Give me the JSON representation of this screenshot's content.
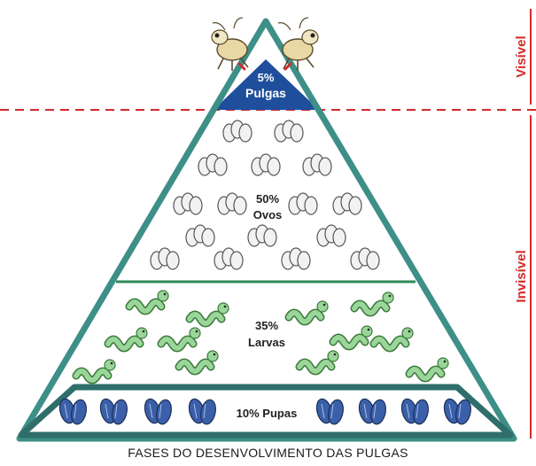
{
  "caption": "FASES DO DESENVOLVIMENTO DAS PULGAS",
  "side_labels": {
    "visible": "Visível",
    "invisible": "Invisível"
  },
  "tiers": {
    "adults": {
      "percent": "5%",
      "name": "Pulgas",
      "share": 5
    },
    "eggs": {
      "percent": "50%",
      "name": "Ovos",
      "share": 50
    },
    "larvae": {
      "percent": "35%",
      "name": "Larvas",
      "share": 35
    },
    "pupae": {
      "label": "10% Pupas",
      "share": 10
    }
  },
  "colors": {
    "pyramid_border": "#3d8f87",
    "divider": "#2e8a5a",
    "apex_fill": "#1f4f9c",
    "base_band": "#2f6e6a",
    "side_accent": "#d32a2a",
    "egg_fill": "#f2f2f2",
    "larva_fill": "#9ad59a",
    "pupa_fill": "#3b5fa8"
  },
  "icons": {
    "adult": "flea-icon",
    "egg": "egg-cluster-icon",
    "larva": "larva-icon",
    "pupa": "pupa-icon"
  }
}
